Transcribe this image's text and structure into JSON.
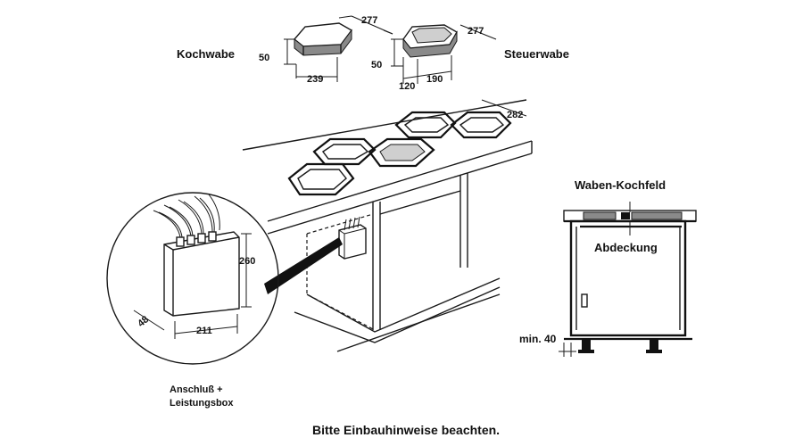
{
  "labels": {
    "kochwabe": "Kochwabe",
    "steuerwabe": "Steuerwabe",
    "waben_kochfeld": "Waben-Kochfeld",
    "abdeckung": "Abdeckung",
    "anschluss_line1": "Anschluß +",
    "anschluss_line2": "Leistungsbox",
    "min_clearance": "min. 40",
    "footer_note": "Bitte Einbauhinweise beachten."
  },
  "dimensions": {
    "kochwabe_width": "277",
    "kochwabe_height": "50",
    "kochwabe_depth": "239",
    "steuerwabe_width": "277",
    "steuerwabe_height": "50",
    "steuerwabe_depth_a": "120",
    "steuerwabe_depth_b": "190",
    "hob_depth": "282",
    "box_height": "260",
    "box_width": "211",
    "box_depth": "48"
  }
}
